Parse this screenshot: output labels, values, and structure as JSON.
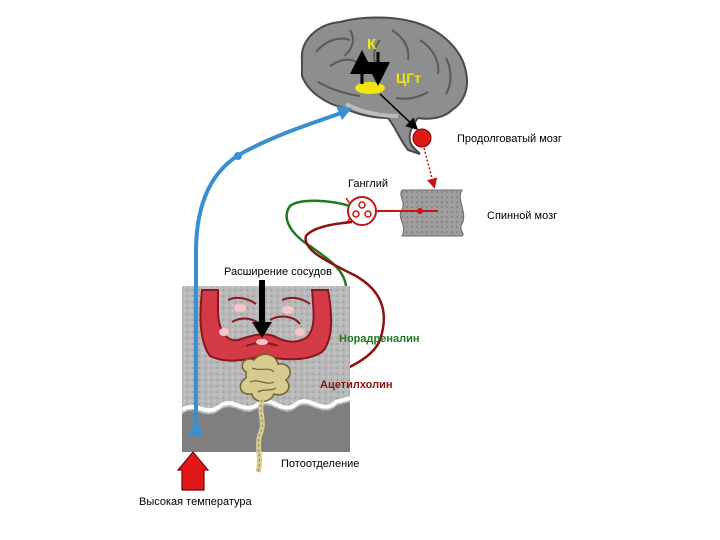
{
  "labels": {
    "k": "К",
    "cgt": "ЦГт",
    "medulla": "Продолговатый мозг",
    "ganglion": "Ганглий",
    "spinal_cord": "Спинной мозг",
    "vasodilation": "Расширение сосудов",
    "noradrenaline": "Норадреналин",
    "acetylcholine": "Ацетилхолин",
    "sweating": "Потоотделение",
    "high_temperature": "Высокая температура"
  },
  "colors": {
    "afferent_path": "#3a8fd0",
    "sympathetic_green": "#1f7a1f",
    "sympathetic_red": "#8b1212",
    "medulla_node": "#e01818",
    "hypothalamus_spot": "#f2e40f",
    "tissue_gray": "#b4b4b4",
    "vessel_red": "#d43a46",
    "gland_yellow": "#d6cc92",
    "stimulus_arrow": "#e01818"
  },
  "icons": {
    "brain": "brain-icon",
    "skin": "skin-section-icon"
  }
}
